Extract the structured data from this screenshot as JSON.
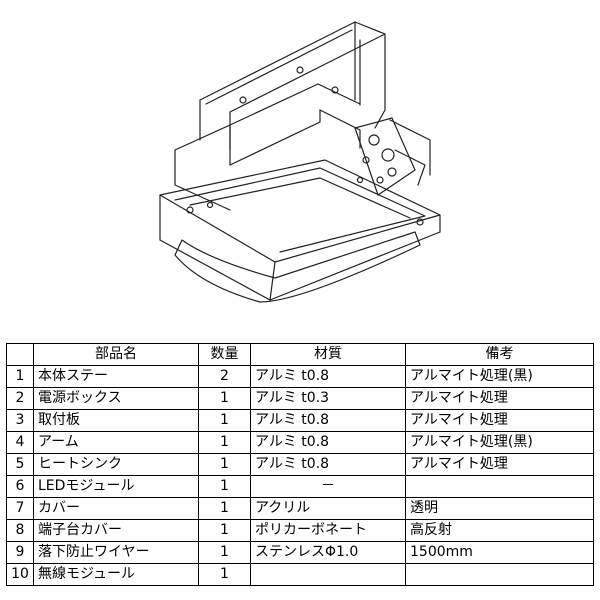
{
  "table": {
    "headers": {
      "no": "",
      "name": "部品名",
      "qty": "数量",
      "material": "材質",
      "remarks": "備考"
    },
    "rows": [
      {
        "no": "1",
        "name": "本体ステー",
        "qty": "2",
        "material": "アルミ t0.8",
        "remarks": "アルマイト処理(黒)"
      },
      {
        "no": "2",
        "name": "電源ボックス",
        "qty": "1",
        "material": "アルミ t0.3",
        "remarks": "アルマイト処理"
      },
      {
        "no": "3",
        "name": "取付板",
        "qty": "1",
        "material": "アルミ t0.8",
        "remarks": "アルマイト処理"
      },
      {
        "no": "4",
        "name": "アーム",
        "qty": "1",
        "material": "アルミ t0.8",
        "remarks": "アルマイト処理(黒)"
      },
      {
        "no": "5",
        "name": "ヒートシンク",
        "qty": "1",
        "material": "アルミ t0.8",
        "remarks": "アルマイト処理"
      },
      {
        "no": "6",
        "name": "LEDモジュール",
        "qty": "1",
        "material": "－",
        "remarks": ""
      },
      {
        "no": "7",
        "name": "カバー",
        "qty": "1",
        "material": "アクリル",
        "remarks": "透明"
      },
      {
        "no": "8",
        "name": "端子台カバー",
        "qty": "1",
        "material": "ポリカーボネート",
        "remarks": "高反射"
      },
      {
        "no": "9",
        "name": "落下防止ワイヤー",
        "qty": "1",
        "material": "ステンレスΦ1.0",
        "remarks": "1500mm"
      },
      {
        "no": "10",
        "name": "無線モジュール",
        "qty": "1",
        "material": "",
        "remarks": ""
      }
    ]
  }
}
